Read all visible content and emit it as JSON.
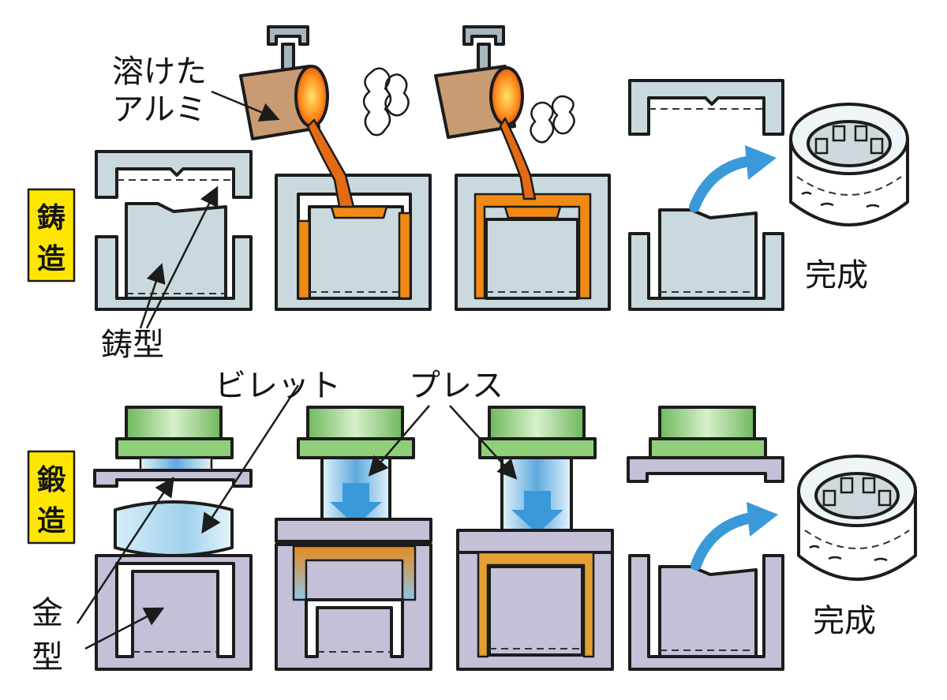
{
  "labels": {
    "molten_aluminum_line1": "溶けた",
    "molten_aluminum_line2": "アルミ",
    "casting_mold": "鋳型",
    "billet": "ビレット",
    "press": "プレス",
    "die_line1": "金",
    "die_line2": "型",
    "completed_top": "完成",
    "completed_bottom": "完成"
  },
  "badges": {
    "casting_line1": "鋳",
    "casting_line2": "造",
    "forging_line1": "鍛",
    "forging_line2": "造"
  },
  "colors": {
    "mold_fill": "#c9d9de",
    "die_fill": "#c4c0d8",
    "molten_metal": "#f08a14",
    "press_green": "#8fcf7a",
    "badge_yellow": "#ffe600",
    "arrow_blue": "#3a9ad9",
    "billet_blue": "#cfe9f5",
    "ladle_brown": "#c89b72"
  },
  "icons": {
    "ladle": "ladle-icon",
    "steam": "steam-icon",
    "wheel": "wheel-icon",
    "curved_arrow": "curved-arrow-icon",
    "down_arrow": "down-arrow-icon"
  }
}
